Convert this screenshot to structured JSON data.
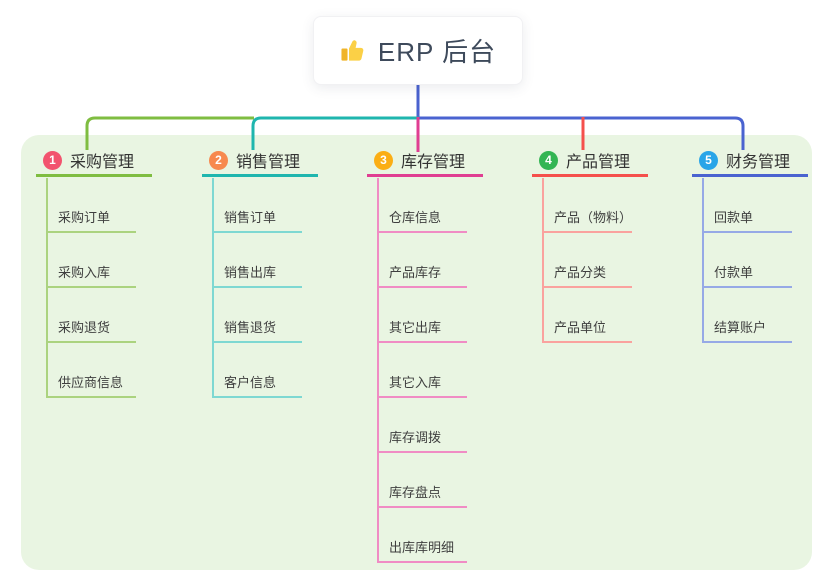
{
  "root": {
    "label": "ERP 后台",
    "icon_name": "thumbs-up-icon",
    "icon_color": "#fbd046"
  },
  "branches": [
    {
      "index": "1",
      "label": "采购管理",
      "badge_color": "#f2536e",
      "line_color": "#7fbd41",
      "child_line_color": "#abd37f",
      "children": [
        "采购订单",
        "采购入库",
        "采购退货",
        "供应商信息"
      ]
    },
    {
      "index": "2",
      "label": "销售管理",
      "badge_color": "#f7894e",
      "line_color": "#1fb6ae",
      "child_line_color": "#7ed8d2",
      "children": [
        "销售订单",
        "销售出库",
        "销售退货",
        "客户信息"
      ]
    },
    {
      "index": "3",
      "label": "库存管理",
      "badge_color": "#fbae15",
      "line_color": "#e03e92",
      "child_line_color": "#f08cc4",
      "children": [
        "仓库信息",
        "产品库存",
        "其它出库",
        "其它入库",
        "库存调拨",
        "库存盘点",
        "出库库明细"
      ]
    },
    {
      "index": "4",
      "label": "产品管理",
      "badge_color": "#33b553",
      "line_color": "#f5504c",
      "child_line_color": "#faa29e",
      "children": [
        "产品（物料）",
        "产品分类",
        "产品单位"
      ]
    },
    {
      "index": "5",
      "label": "财务管理",
      "badge_color": "#29a5e8",
      "line_color": "#4a63d0",
      "child_line_color": "#96a9e6",
      "children": [
        "回款单",
        "付款单",
        "结算账户"
      ]
    }
  ],
  "colors": {
    "page_bg": "#ffffff",
    "panel_bg": "#e9f5e2",
    "root_connector": "#4a62cf",
    "root_text": "#3e4a5b",
    "branch_text": "#333333",
    "child_text": "#3f3f3f"
  }
}
